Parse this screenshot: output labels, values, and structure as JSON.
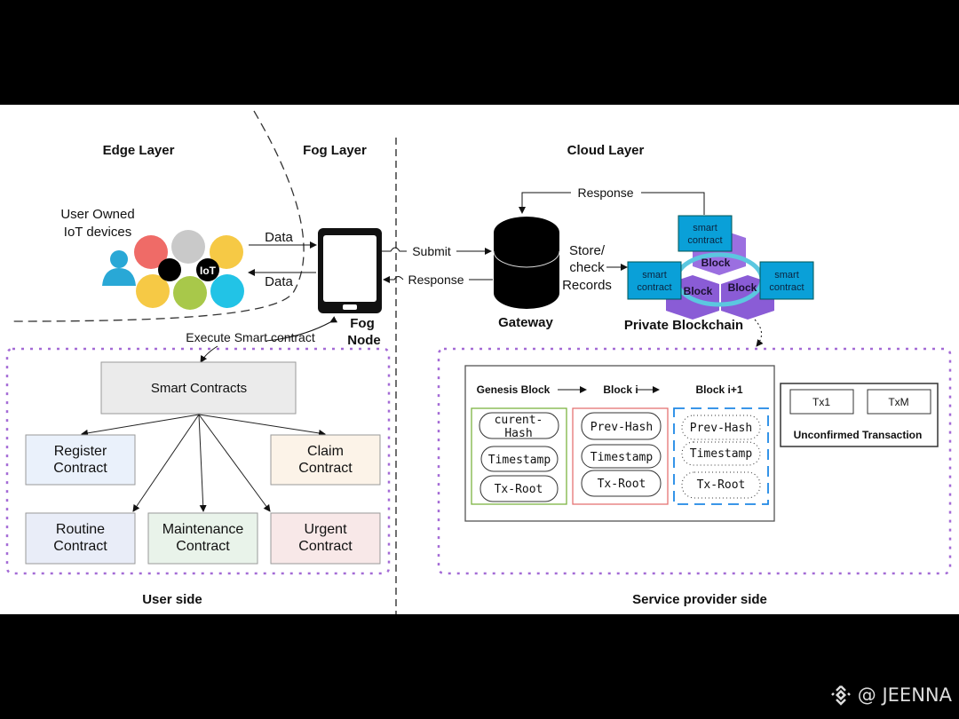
{
  "layers": {
    "edge": "Edge Layer",
    "fog": "Fog Layer",
    "cloud": "Cloud Layer"
  },
  "edge": {
    "devices_line1": "User Owned",
    "devices_line2": "IoT devices",
    "iot_badge": "IoT",
    "data_out": "Data",
    "data_in": "Data"
  },
  "fog": {
    "node_line1": "Fog",
    "node_line2": "Node",
    "execute": "Execute Smart contract",
    "submit": "Submit",
    "response": "Response"
  },
  "cloud": {
    "response_top": "Response",
    "store_line1": "Store/",
    "store_line2": "check",
    "store_line3": "Records",
    "gateway": "Gateway",
    "private_blockchain": "Private Blockchain",
    "smart_contract_line1": "smart",
    "smart_contract_line2": "contract",
    "block": "Block"
  },
  "user_side": {
    "title": "User side",
    "root": "Smart Contracts",
    "contracts": [
      {
        "line1": "Register",
        "line2": "Contract",
        "color": "#eaf1fb"
      },
      {
        "line1": "Claim",
        "line2": "Contract",
        "color": "#fcf3e8"
      },
      {
        "line1": "Routine",
        "line2": "Contract",
        "color": "#e9edf8"
      },
      {
        "line1": "Maintenance",
        "line2": "Contract",
        "color": "#e9f3ea"
      },
      {
        "line1": "Urgent",
        "line2": "Contract",
        "color": "#f8e8e8"
      }
    ]
  },
  "provider_side": {
    "title": "Service provider side",
    "chain_labels": [
      "Genesis Block",
      "Block i",
      "Block i+1"
    ],
    "genesis": {
      "hash_line1": "curent-",
      "hash_line2": "Hash",
      "timestamp": "Timestamp",
      "txroot": "Tx-Root",
      "color": "#7cb342"
    },
    "block_i": {
      "hash": "Prev-Hash",
      "timestamp": "Timestamp",
      "txroot": "Tx-Root",
      "color": "#e57373"
    },
    "block_next": {
      "hash": "Prev-Hash",
      "timestamp": "Timestamp",
      "txroot": "Tx-Root",
      "color": "#1e88e5"
    },
    "unconfirmed": {
      "tx1": "Tx1",
      "txm": "TxM",
      "label": "Unconfirmed Transaction"
    }
  },
  "watermark": {
    "text": "@ JEENNA",
    "icon": "binance-diamond-icon"
  },
  "colors": {
    "purple_border": "#a46bd6",
    "smart_contract": "#0aa0d8",
    "block": "#9b6fe0"
  }
}
